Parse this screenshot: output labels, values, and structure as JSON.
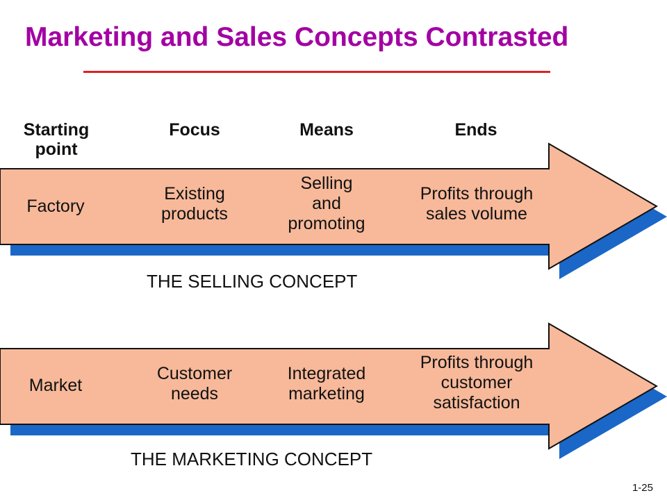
{
  "title": "Marketing and Sales Concepts Contrasted",
  "colors": {
    "title": "#a300a3",
    "rule": "#e02020",
    "arrow_fill": "#f7b99a",
    "arrow_shadow": "#1a67c8"
  },
  "headers": {
    "starting_point": "Starting\npoint",
    "focus": "Focus",
    "means": "Means",
    "ends": "Ends"
  },
  "selling": {
    "label": "THE SELLING CONCEPT",
    "starting_point": "Factory",
    "focus": "Existing\nproducts",
    "means": "Selling\nand\npromoting",
    "ends": "Profits through\nsales volume"
  },
  "marketing": {
    "label": "THE MARKETING CONCEPT",
    "starting_point": "Market",
    "focus": "Customer\nneeds",
    "means": "Integrated\nmarketing",
    "ends": "Profits through\ncustomer\nsatisfaction"
  },
  "page_number": "1-25"
}
